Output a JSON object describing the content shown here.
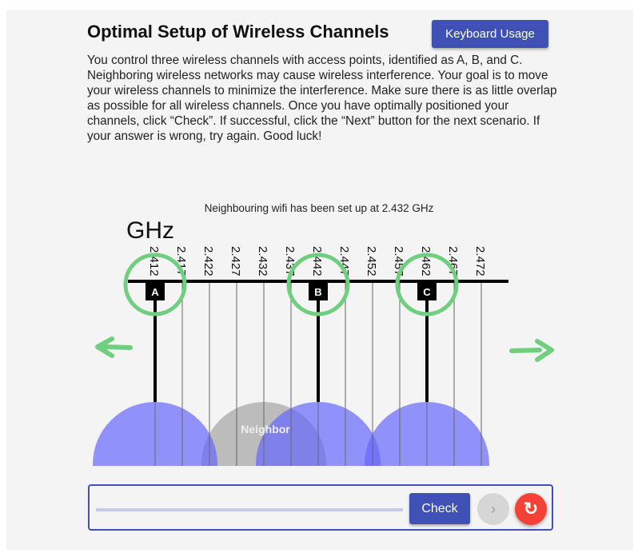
{
  "title": "Optimal Setup of Wireless Channels",
  "keyboard_button": "Keyboard Usage",
  "description": "You control three wireless channels with access points, identified as A, B, and C. Neighboring wireless networks may cause wireless interference. Your goal is to move your wireless channels to minimize the interference. Make sure there is as little overlap as possible for all wireless channels. Once you have optimally positioned your channels, click “Check”. If successful, click the “Next” button for the next scenario. If your answer is wrong, try again. Good luck!",
  "neighbour_note": "Neighbouring wifi has been set up at 2.432 GHz",
  "unit": "GHz",
  "frequencies": [
    "2.412",
    "2.417",
    "2.422",
    "2.427",
    "2.432",
    "2.437",
    "2.442",
    "2.447",
    "2.452",
    "2.457",
    "2.462",
    "2.467",
    "2.472"
  ],
  "channels": [
    {
      "label": "A",
      "freq": 2.412
    },
    {
      "label": "B",
      "freq": 2.442
    },
    {
      "label": "C",
      "freq": 2.462
    }
  ],
  "neighbor": {
    "label": "Neighbor",
    "freq": 2.432
  },
  "controls": {
    "check": "Check",
    "next_icon": "chevron-right",
    "reset_icon": "refresh"
  },
  "colors": {
    "accent": "#3f51b5",
    "highlight": "#6fcf7f",
    "channel": "#8080ff",
    "neighbor": "#aaaaaa",
    "reset": "#f44336"
  }
}
